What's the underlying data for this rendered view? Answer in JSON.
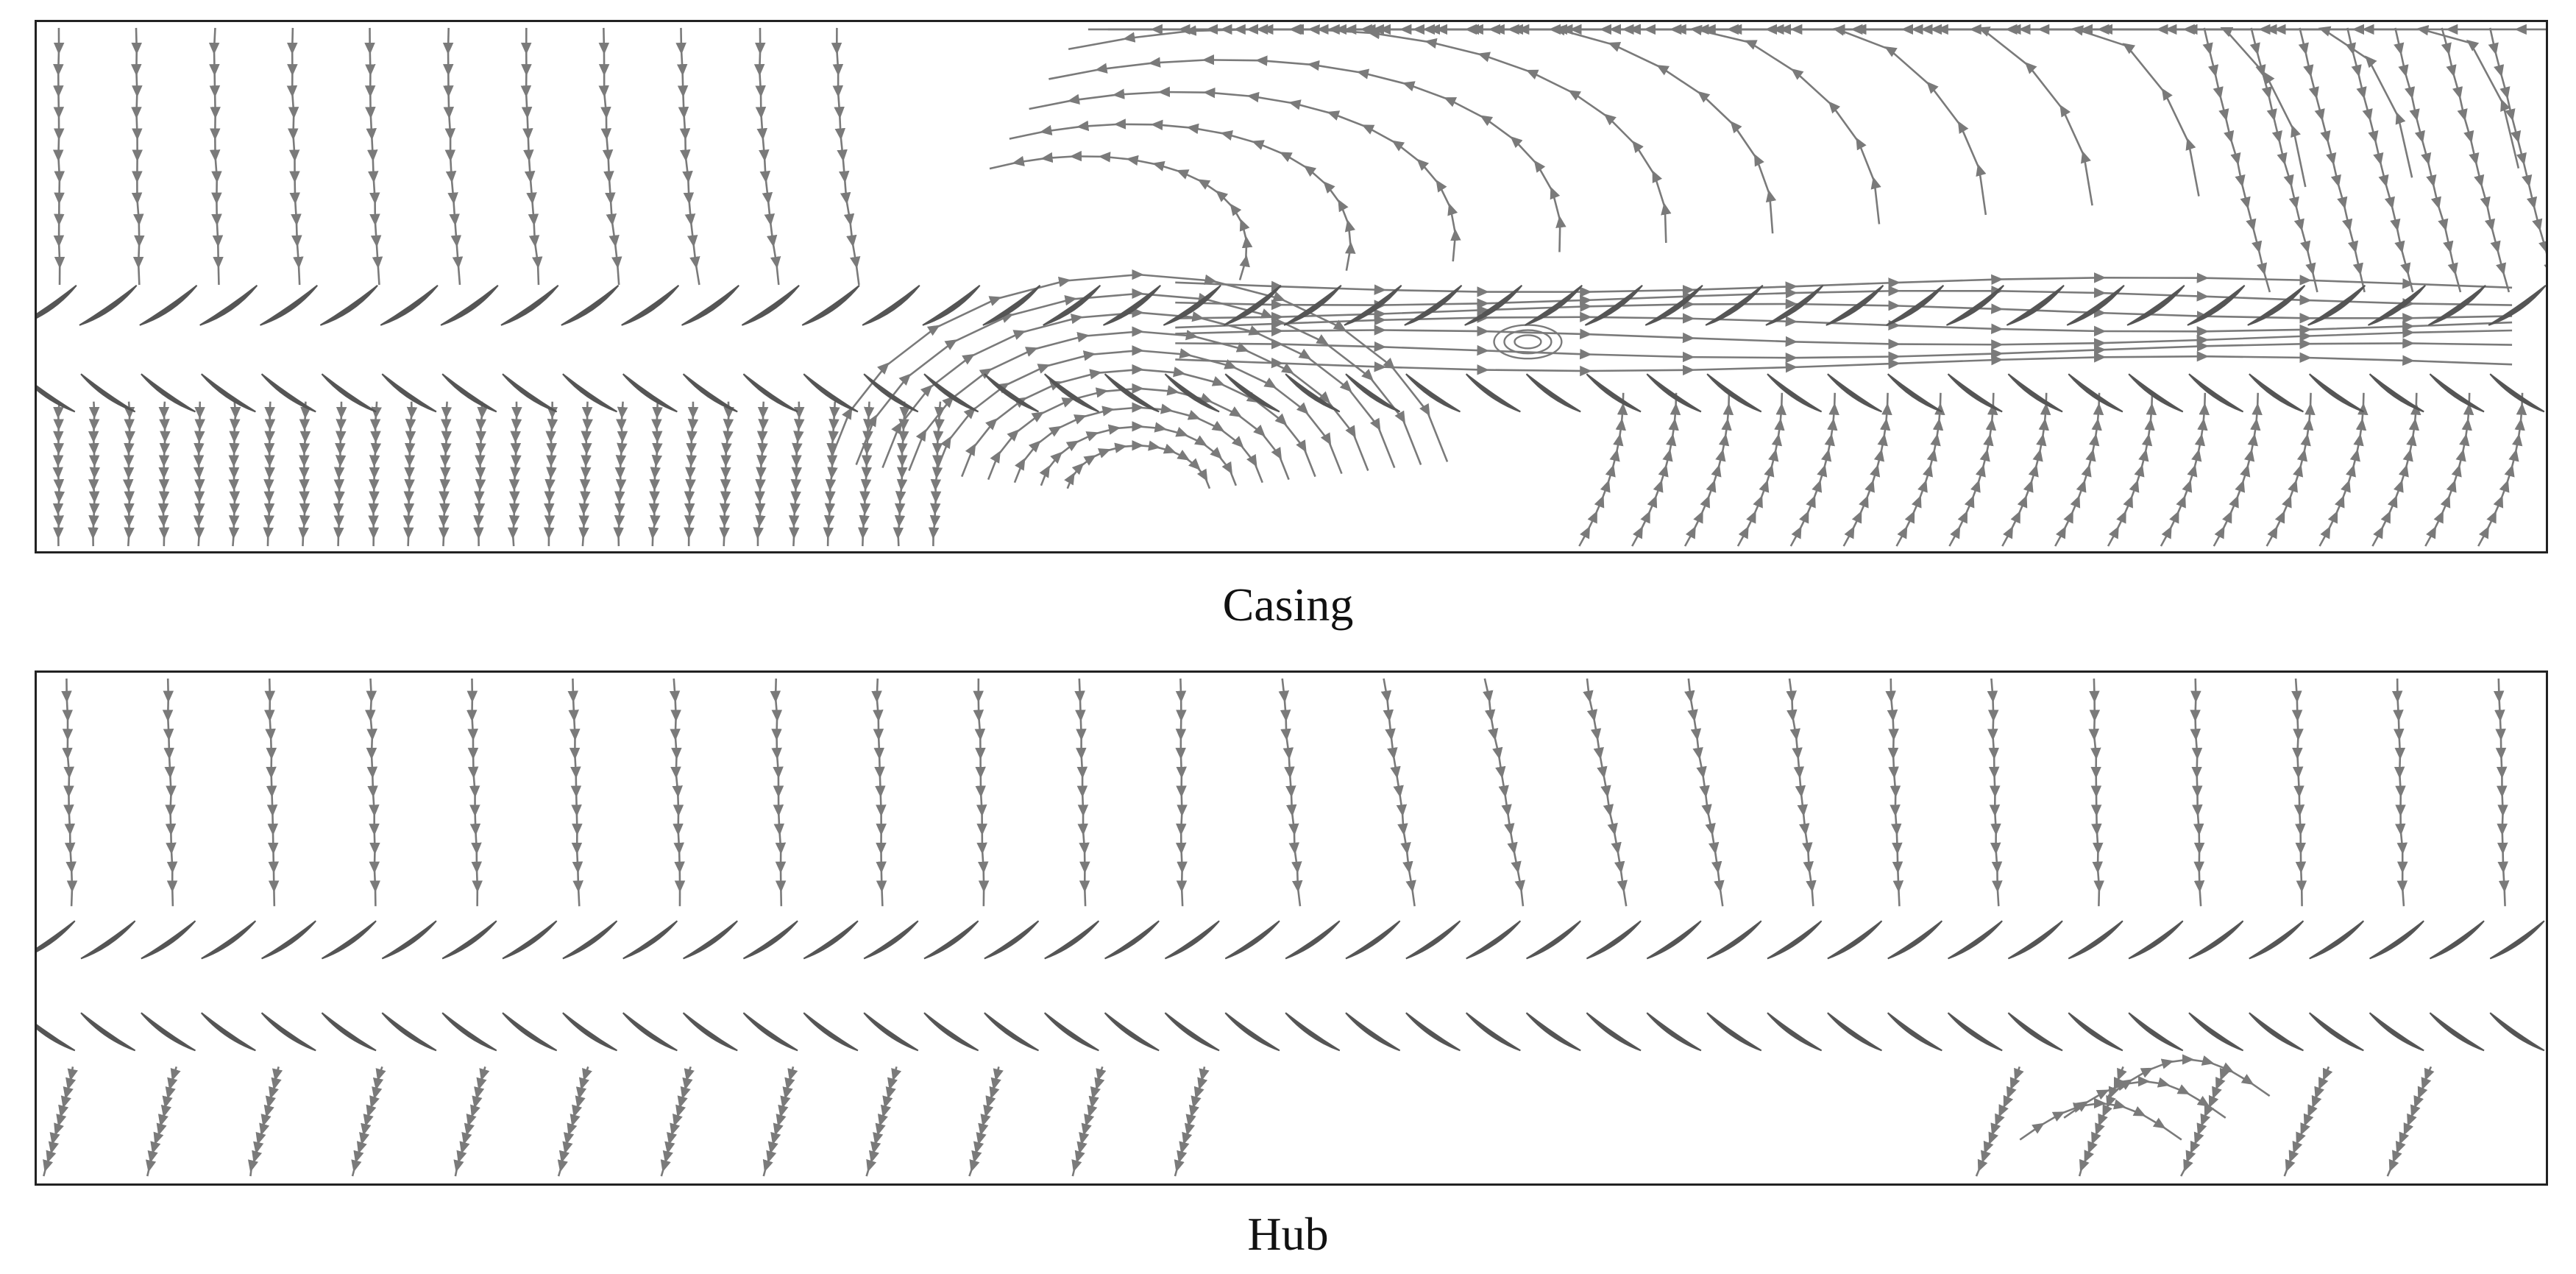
{
  "figure": {
    "panels": [
      {
        "id": "casing",
        "caption": "Casing"
      },
      {
        "id": "hub",
        "caption": "Hub"
      }
    ]
  },
  "colors": {
    "streamline": "#7a7a7a",
    "blade": "#555555",
    "frame": "#222222",
    "background": "#ffffff"
  }
}
